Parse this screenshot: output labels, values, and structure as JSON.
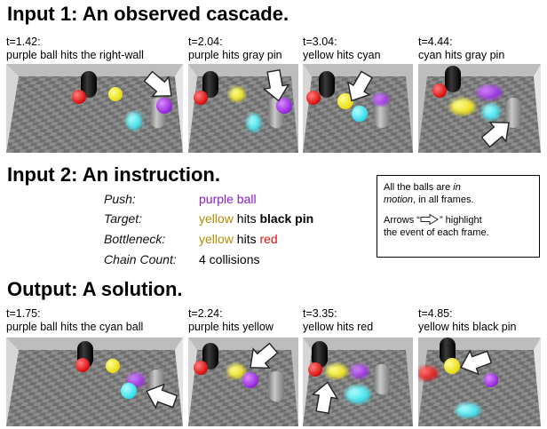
{
  "section1": {
    "title": "Input 1:  An observed cascade.",
    "frames": [
      {
        "time": "t=1.42:",
        "caption": "purple ball hits the right-wall"
      },
      {
        "time": "t=2.04:",
        "caption": "purple hits gray pin"
      },
      {
        "time": "t=3.04:",
        "caption": "yellow hits cyan"
      },
      {
        "time": "t=4.44:",
        "caption": "cyan hits gray pin"
      }
    ]
  },
  "section2": {
    "title": "Input 2:    An instruction.",
    "push_label": "Push:",
    "push_value": "purple ball",
    "target_label": "Target:",
    "target_a": "yellow",
    "target_hits": "hits",
    "target_b": "black pin",
    "bottleneck_label": "Bottleneck:",
    "bottleneck_a": "yellow",
    "bottleneck_hits": "hits",
    "bottleneck_b": "red",
    "chain_label": "Chain Count:",
    "chain_value": "4 collisions"
  },
  "note": {
    "line1_a": "All the balls are ",
    "line1_b": "in",
    "line2_a": "motion",
    "line2_b": ", in all frames.",
    "line3": "Arrows “",
    "line3_b": "” highlight",
    "line4": "the event of each frame."
  },
  "section3": {
    "title": "Output:    A solution.",
    "frames": [
      {
        "time": "t=1.75:",
        "caption": "purple ball hits the cyan ball"
      },
      {
        "time": "t=2.24:",
        "caption": "purple hits yellow"
      },
      {
        "time": "t=3.35:",
        "caption": "yellow hits red"
      },
      {
        "time": "t=4.85:",
        "caption": "yellow hits black pin"
      }
    ]
  },
  "colors": {
    "purple": "#8a1bd6",
    "yellow": "#b08d06",
    "red": "#e01010",
    "cyan": "#2ee6ee",
    "gray_pin": "#9a9a9a",
    "black_pin": "#111111"
  }
}
